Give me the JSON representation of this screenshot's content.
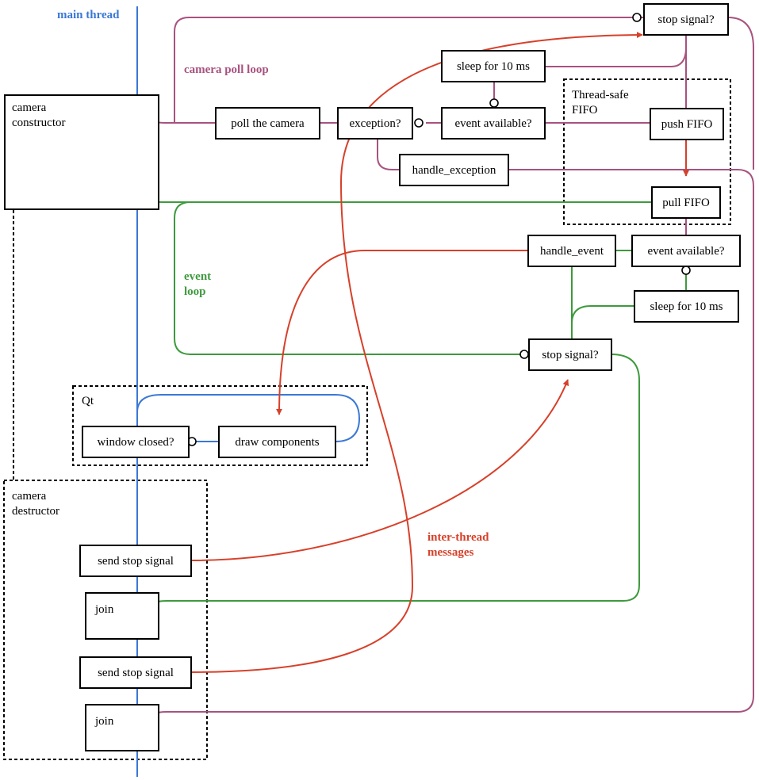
{
  "colors": {
    "main": "#3a78d4",
    "poll": "#a8527f",
    "event": "#3e9a3e",
    "message": "#d7402a",
    "qt": "#3a78d4"
  },
  "labels": {
    "main_thread": "main thread",
    "camera_poll_loop": "camera poll loop",
    "event_loop": [
      "event",
      "loop"
    ],
    "inter_thread_messages": [
      "inter-thread",
      "messages"
    ]
  },
  "groups": {
    "fifo": [
      "Thread-safe",
      "FIFO"
    ],
    "qt": "Qt",
    "camera_destructor": [
      "camera",
      "destructor"
    ]
  },
  "nodes": {
    "camera_constructor": [
      "camera",
      "constructor"
    ],
    "poll_the_camera": "poll the camera",
    "exception": "exception?",
    "event_available_poll": "event available?",
    "sleep_poll": "sleep for 10 ms",
    "stop_signal_poll": "stop signal?",
    "push_fifo": "push FIFO",
    "pull_fifo": "pull FIFO",
    "handle_exception": "handle_exception",
    "handle_event": "handle_event",
    "event_available_loop": "event available?",
    "sleep_loop": "sleep for 10 ms",
    "stop_signal_loop": "stop signal?",
    "window_closed": "window closed?",
    "draw_components": "draw components",
    "send_stop_signal_1": "send stop signal",
    "join_1": "join",
    "send_stop_signal_2": "send stop signal",
    "join_2": "join"
  }
}
